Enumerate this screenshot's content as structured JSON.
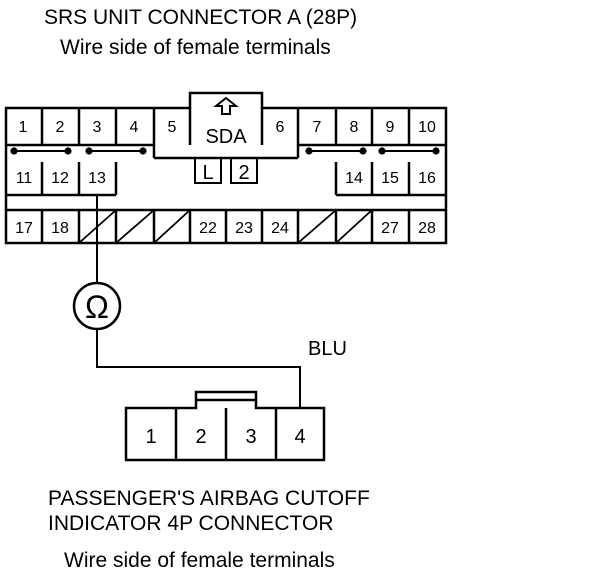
{
  "srs_connector": {
    "title": "SRS UNIT CONNECTOR A (28P)",
    "subtitle": "Wire side of female terminals",
    "center_label": "SDA",
    "key_labels": [
      "L",
      "2"
    ],
    "row1": [
      "1",
      "2",
      "3",
      "4",
      "5",
      "6",
      "7",
      "8",
      "9",
      "10"
    ],
    "row2_left": [
      "11",
      "12",
      "13"
    ],
    "row2_right": [
      "14",
      "15",
      "16"
    ],
    "row3_left": [
      "17",
      "18"
    ],
    "row3_mid": [
      "22",
      "23",
      "24"
    ],
    "row3_right": [
      "27",
      "28"
    ]
  },
  "meter": {
    "symbol": "Ω",
    "icon": "ohmmeter-icon"
  },
  "wire": {
    "color_label": "BLU"
  },
  "airbag_connector": {
    "title_line1": "PASSENGER'S AIRBAG CUTOFF",
    "title_line2": "INDICATOR 4P CONNECTOR",
    "subtitle": "Wire side of female terminals",
    "pins": [
      "1",
      "2",
      "3",
      "4"
    ]
  }
}
